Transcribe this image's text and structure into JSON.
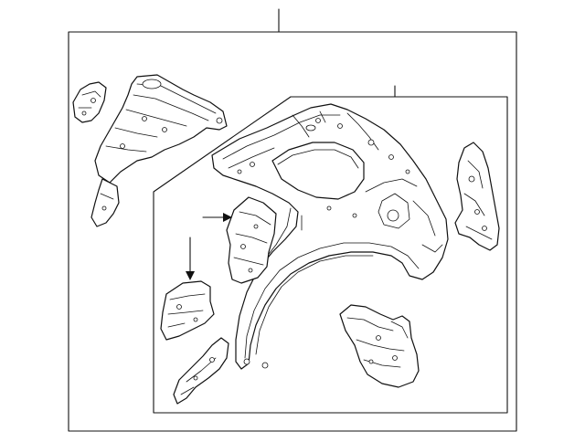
{
  "diagram": {
    "background": "#ffffff",
    "line_color": "#111111",
    "parts": [
      "rear-inner-panel",
      "wheelhouse-assembly",
      "upper-pillar-reinforcement",
      "left-bracket",
      "right-bracket",
      "center-bracket",
      "lower-bracket",
      "lower-small-bracket",
      "lower-right-extension"
    ],
    "pointer_arrows": 2
  }
}
